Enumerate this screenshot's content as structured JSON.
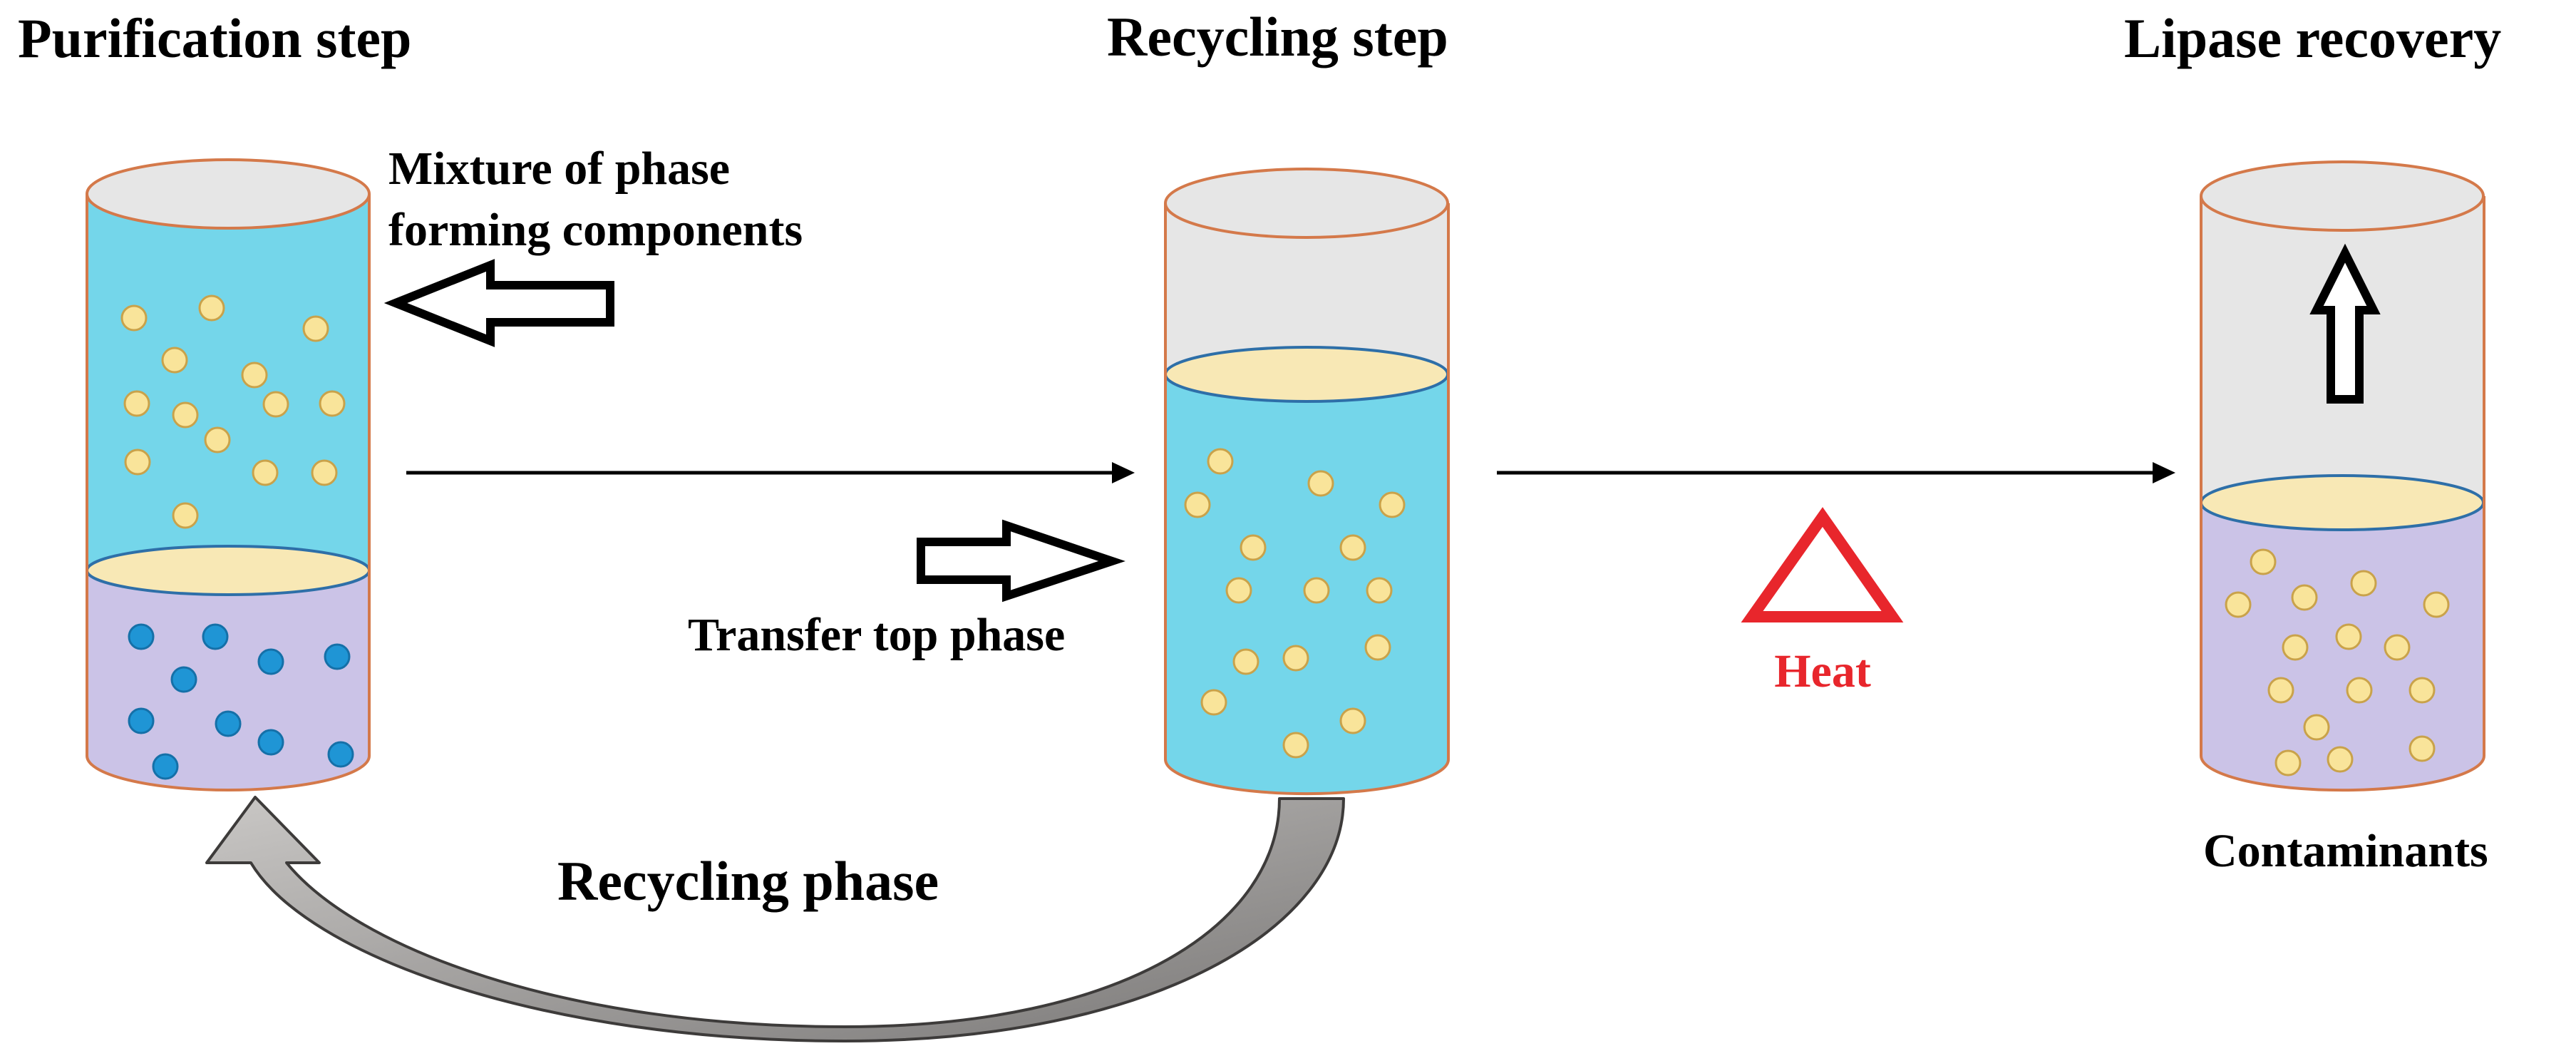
{
  "titles": {
    "purification": "Purification step",
    "recycling": "Recycling step",
    "recovery": "Lipase recovery"
  },
  "labels": {
    "mixture_line1": "Mixture of phase",
    "mixture_line2": "forming components",
    "transfer": "Transfer top phase",
    "heat": "Heat",
    "recycling_phase": "Recycling phase",
    "contaminants": "Contaminants"
  },
  "colors": {
    "top_phase": "#74D6EA",
    "bottom_phase": "#CBC3E7",
    "interface": "#F8E8B5",
    "empty": "#E6E6E6",
    "outline": "#D4794A",
    "particle_yellow": "#F9E49A",
    "particle_blue": "#1F95D5",
    "heat": "#E8262C",
    "recycle_arrow": "#8E8C8A"
  }
}
